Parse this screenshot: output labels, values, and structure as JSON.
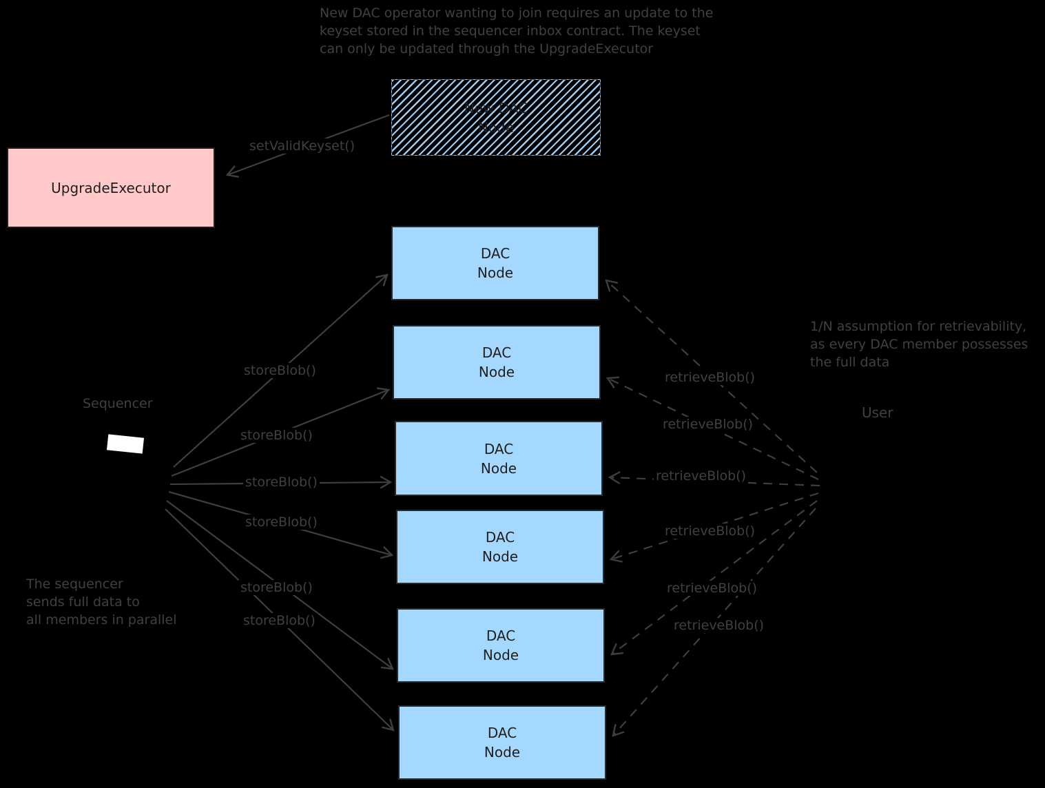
{
  "diagram": {
    "notes": {
      "top": [
        "New DAC operator wanting to join requires an update to the",
        "keyset stored in the sequencer inbox contract. The keyset",
        "can only be updated through the UpgradeExecutor"
      ],
      "right": [
        "1/N assumption for retrievability,",
        "as every DAC member possesses",
        "the full data"
      ],
      "bottom_left": [
        "The sequencer",
        "sends full data to",
        "all members in parallel"
      ]
    },
    "actors": {
      "sequencer": "Sequencer",
      "user": "User"
    },
    "nodes": {
      "upgrade_executor": {
        "label": "UpgradeExecutor"
      },
      "new_dac_node": {
        "line1": "New DAC",
        "line2": "Node"
      },
      "dac_node": {
        "line1": "DAC",
        "line2": "Node",
        "count": 6
      }
    },
    "labels": {
      "set_valid_keyset": "setValidKeyset()",
      "store_blob": "storeBlob()",
      "retrieve_blob": "retrieveBlob()"
    },
    "colors": {
      "background": "#000000",
      "ink": "#404040",
      "blue_fill": "#a5d8ff",
      "pink_fill": "#ffc9c9",
      "box_text": "#1e1e1e",
      "sequencer_screen": "#ffffff"
    }
  }
}
